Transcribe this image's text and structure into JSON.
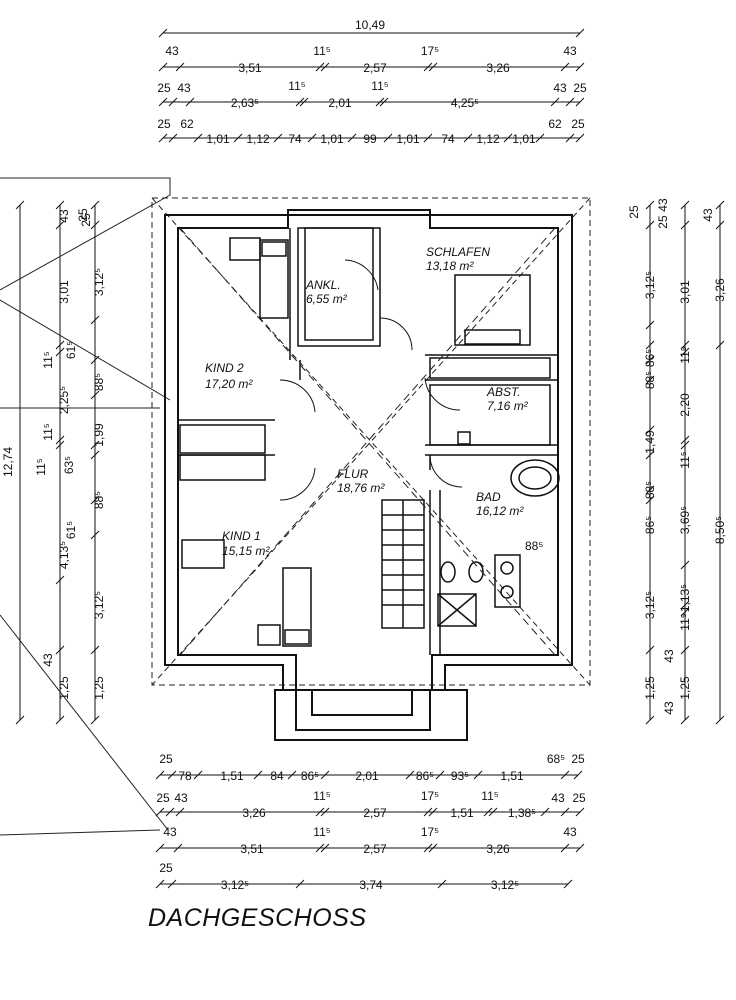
{
  "title": "DACHGESCHOSS",
  "top_dims": {
    "total": "10,49",
    "row1": [
      "43",
      "3,51",
      "11⁵",
      "2,57",
      "17⁵",
      "3,26",
      "43"
    ],
    "row2": [
      "25",
      "43",
      "2,63⁵",
      "11⁵",
      "2,01",
      "11⁵",
      "4,25⁵",
      "43",
      "25"
    ],
    "row3": [
      "25",
      "62",
      "1,01",
      "1,12",
      "74",
      "1,01",
      "99",
      "1,01",
      "74",
      "1,12",
      "1,01",
      "62",
      "25"
    ]
  },
  "bottom_dims": {
    "row1": [
      "25",
      "78",
      "1,51",
      "84",
      "86⁵",
      "2,01",
      "86⁵",
      "93⁵",
      "1,51",
      "68⁵",
      "25"
    ],
    "row2": [
      "25",
      "43",
      "3,26",
      "11⁵",
      "2,57",
      "17⁵",
      "1,51",
      "11⁵",
      "1,38⁵",
      "43",
      "25"
    ],
    "row3": [
      "43",
      "3,51",
      "11⁵",
      "2,57",
      "17⁵",
      "3,26",
      "43"
    ],
    "row4": [
      "25",
      "3,12⁵",
      "3,74",
      "3,12⁵"
    ]
  },
  "left_dims": {
    "total": "12,74",
    "col1": [
      "43",
      "25",
      "3,01",
      "11⁵",
      "2,25⁵",
      "11⁵",
      "4,13⁵",
      "43",
      "1,25"
    ],
    "col2": [
      "25",
      "3,12⁵",
      "61⁵",
      "88⁵",
      "1,99",
      "63⁵",
      "88⁵",
      "61⁵",
      "3,12⁵",
      "1,25"
    ],
    "col3": [
      "11⁵"
    ]
  },
  "right_dims": {
    "total": "8,50⁵",
    "col1": [
      "25",
      "3,12⁵",
      "86⁵",
      "88⁵",
      "1,49",
      "88⁵",
      "86⁵",
      "3,12⁵",
      "1,25"
    ],
    "col2": [
      "43",
      "25",
      "3,01",
      "11⁵",
      "2,20",
      "11⁵",
      "3,69⁵",
      "1,13⁵",
      "11⁵",
      "43",
      "1,25",
      "43"
    ],
    "col3": [
      "43",
      "3,26"
    ]
  },
  "rooms": [
    {
      "name": "SCHLAFEN",
      "area": "13,18 m²"
    },
    {
      "name": "ANKL.",
      "area": "6,55 m²"
    },
    {
      "name": "KIND 2",
      "area": "17,20 m²"
    },
    {
      "name": "ABST.",
      "area": "7,16 m²"
    },
    {
      "name": "FLUR",
      "area": "18,76 m²"
    },
    {
      "name": "BAD",
      "area": "16,12 m²"
    },
    {
      "name": "KIND 1",
      "area": "15,15 m²"
    }
  ],
  "bad_note": "88⁵"
}
